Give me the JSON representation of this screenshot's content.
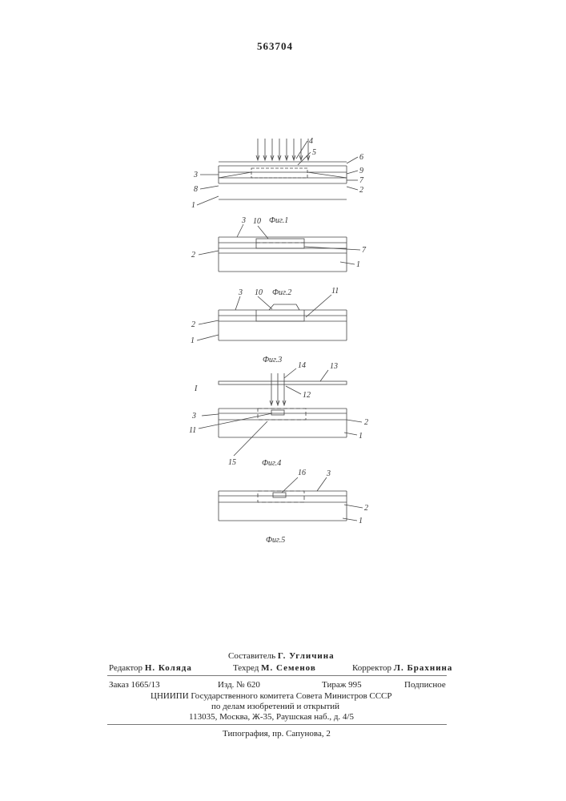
{
  "patent_number": "563704",
  "figures": [
    {
      "caption": "Фиг.1",
      "labels": [
        "4",
        "5",
        "6",
        "9",
        "7",
        "2",
        "3",
        "8",
        "1"
      ]
    },
    {
      "caption": "Фиг.2",
      "labels": [
        "3",
        "10",
        "7",
        "2",
        "1"
      ]
    },
    {
      "caption": "Фиг.3",
      "labels": [
        "3",
        "10",
        "11",
        "2",
        "1"
      ]
    },
    {
      "caption": "Фиг.4",
      "labels": [
        "14",
        "13",
        "12",
        "I",
        "3",
        "11",
        "2",
        "1",
        "15"
      ]
    },
    {
      "caption": "Фиг.5",
      "labels": [
        "16",
        "3",
        "2",
        "1"
      ]
    }
  ],
  "imprint": {
    "compiler_role": "Составитель",
    "compiler_name": "Г. Угличина",
    "editor_role": "Редактор",
    "editor_name": "Н. Коляда",
    "techred_role": "Техред",
    "techred_name": "М. Семенов",
    "corrector_role": "Корректор",
    "corrector_name": "Л. Брахнина",
    "order": "Заказ 1665/13",
    "edition": "Изд. № 620",
    "print_run": "Тираж 995",
    "subscription": "Подписное",
    "org_line1": "ЦНИИПИ Государственного комитета Совета Министров СССР",
    "org_line2": "по делам изобретений и открытий",
    "address": "113035, Москва, Ж-35, Раушская наб., д. 4/5",
    "printing_house": "Типография, пр. Сапунова, 2"
  }
}
